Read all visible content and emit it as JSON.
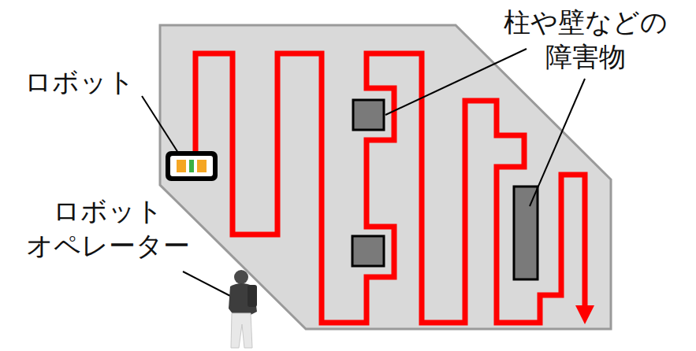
{
  "diagram": {
    "labels": [
      "ロボット",
      "柱や壁などの 障害物",
      "ロボット オペレーター"
    ]
  }
}
